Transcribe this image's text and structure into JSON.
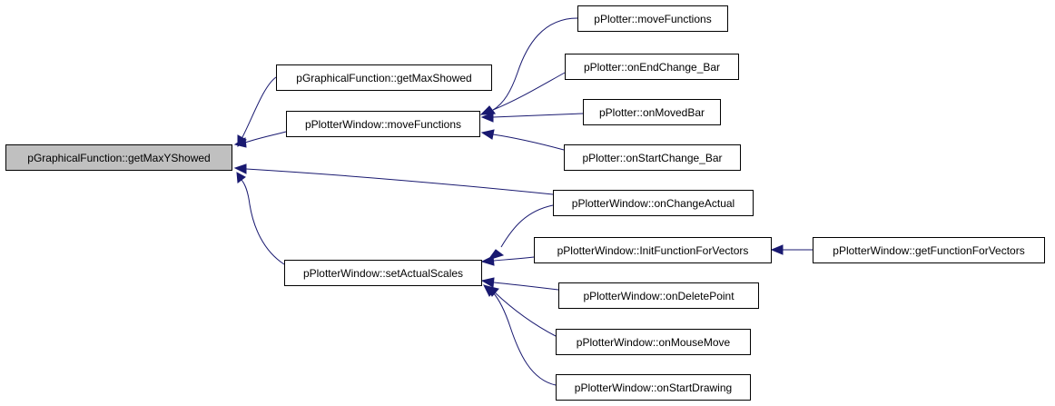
{
  "diagram": {
    "nodes": [
      {
        "id": "n0",
        "label": "pGraphicalFunction::getMaxYShowed",
        "highlighted": true
      },
      {
        "id": "n1",
        "label": "pGraphicalFunction::getMaxShowed"
      },
      {
        "id": "n2",
        "label": "pPlotterWindow::moveFunctions"
      },
      {
        "id": "n3",
        "label": "pPlotterWindow::setActualScales"
      },
      {
        "id": "n4",
        "label": "pPlotter::moveFunctions"
      },
      {
        "id": "n5",
        "label": "pPlotter::onEndChange_Bar"
      },
      {
        "id": "n6",
        "label": "pPlotter::onMovedBar"
      },
      {
        "id": "n7",
        "label": "pPlotter::onStartChange_Bar"
      },
      {
        "id": "n8",
        "label": "pPlotterWindow::onChangeActual"
      },
      {
        "id": "n9",
        "label": "pPlotterWindow::InitFunctionForVectors"
      },
      {
        "id": "n10",
        "label": "pPlotterWindow::onDeletePoint"
      },
      {
        "id": "n11",
        "label": "pPlotterWindow::onMouseMove"
      },
      {
        "id": "n12",
        "label": "pPlotterWindow::onStartDrawing"
      },
      {
        "id": "n13",
        "label": "pPlotterWindow::getFunctionForVectors"
      }
    ],
    "edges": [
      {
        "from": "n1",
        "to": "n0"
      },
      {
        "from": "n2",
        "to": "n0"
      },
      {
        "from": "n8",
        "to": "n0"
      },
      {
        "from": "n3",
        "to": "n0"
      },
      {
        "from": "n4",
        "to": "n2"
      },
      {
        "from": "n5",
        "to": "n2"
      },
      {
        "from": "n6",
        "to": "n2"
      },
      {
        "from": "n7",
        "to": "n2"
      },
      {
        "from": "n8",
        "to": "n3"
      },
      {
        "from": "n9",
        "to": "n3"
      },
      {
        "from": "n10",
        "to": "n3"
      },
      {
        "from": "n11",
        "to": "n3"
      },
      {
        "from": "n12",
        "to": "n3"
      },
      {
        "from": "n13",
        "to": "n9"
      }
    ],
    "colors": {
      "edge": "#191970",
      "node_border": "#000000",
      "node_fill": "#ffffff",
      "highlight_fill": "#c0c0c0"
    }
  }
}
